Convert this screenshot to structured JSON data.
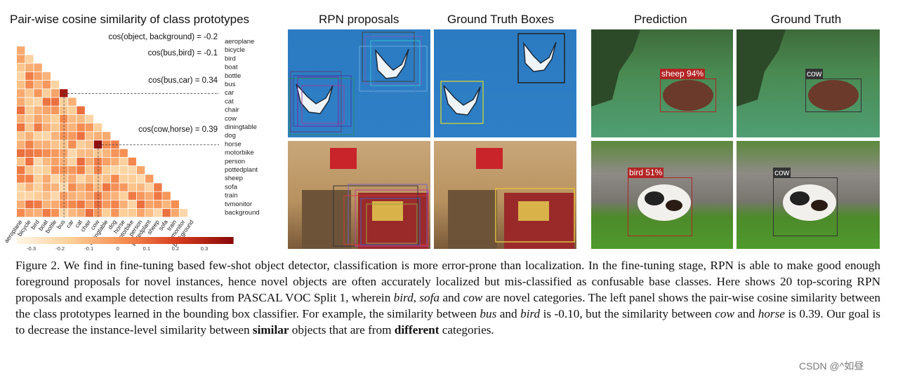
{
  "figure": {
    "heatmap_title": "Pair-wise cosine similarity of class prototypes",
    "panel_titles": {
      "rpn": "RPN proposals",
      "gt_boxes": "Ground Truth Boxes",
      "prediction": "Prediction",
      "ground_truth": "Ground Truth"
    },
    "annotations": [
      "cos(object, background) = -0.2",
      "cos(bus,bird) = -0.1",
      "cos(bus,car) = 0.34",
      "cos(cow,horse) = 0.39"
    ],
    "detections": {
      "pred_top": "sheep 94%",
      "gt_top": "cow",
      "pred_bottom": "bird 51%",
      "gt_bottom": "cow"
    },
    "colors": {
      "prediction_box": "#b22424",
      "gt_box": "#333333"
    }
  },
  "chart_data": {
    "type": "heatmap",
    "title": "Pair-wise cosine similarity of class prototypes",
    "classes": [
      "aeroplane",
      "bicycle",
      "bird",
      "boat",
      "bottle",
      "bus",
      "car",
      "cat",
      "chair",
      "cow",
      "diningtable",
      "dog",
      "horse",
      "motorbike",
      "person",
      "pottedplant",
      "sheep",
      "sofa",
      "train",
      "tvmonitor",
      "background"
    ],
    "colorbar_ticks": [
      "-0.3",
      "-0.2",
      "-0.1",
      "0",
      "0.1",
      "0.2",
      "0.3"
    ],
    "colorbar_range": [
      -0.35,
      0.4
    ],
    "highlighted": [
      {
        "a": "object",
        "b": "background",
        "value": -0.2
      },
      {
        "a": "bus",
        "b": "bird",
        "value": -0.1
      },
      {
        "a": "bus",
        "b": "car",
        "value": 0.34
      },
      {
        "a": "cow",
        "b": "horse",
        "value": 0.39
      }
    ]
  },
  "caption": {
    "t1": "Figure 2. We find in fine-tuning based few-shot object detector, classification is more error-prone than localization. In the fine-tuning stage, RPN is able to make good enough foreground proposals for novel instances, hence novel objects are often accurately localized but mis-classified as confusable base classes. Here shows 20 top-scoring RPN proposals and example detection results from PASCAL VOC Split 1, wherein ",
    "i1": "bird",
    "t2": ", ",
    "i2": "sofa",
    "t3": " and ",
    "i3": "cow",
    "t4": " are novel categories. The left panel shows the pair-wise cosine similarity between the class prototypes learned in the bounding box classifier. For example, the similarity between ",
    "i4": "bus",
    "t5": " and ",
    "i5": "bird",
    "t6": " is -0.10, but the similarity between ",
    "i6": "cow",
    "t7": " and ",
    "i7": "horse",
    "t8": " is 0.39. Our goal is to decrease the instance-level similarity between ",
    "b1": "similar",
    "t9": " objects that are from ",
    "b2": "different",
    "t10": " categories."
  },
  "watermark": "CSDN @^如昼"
}
